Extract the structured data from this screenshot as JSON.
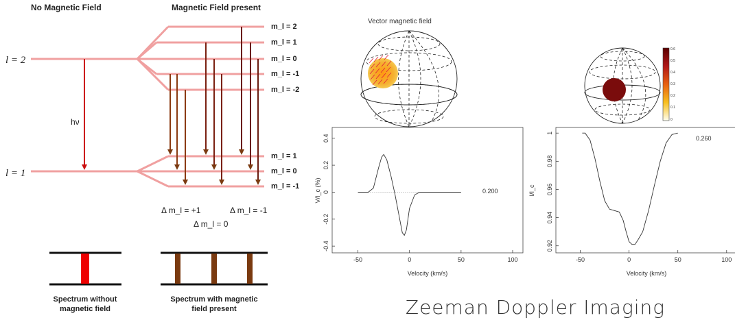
{
  "left_panel": {
    "header_no_field": "No Magnetic Field",
    "header_field": "Magnetic Field present",
    "level_upper": "l = 2",
    "level_lower": "l = 1",
    "photon_label": "hν",
    "ml_upper": [
      "m_l = 2",
      "m_l = 1",
      "m_l = 0",
      "m_l = -1",
      "m_l = -2"
    ],
    "ml_lower": [
      "m_l = 1",
      "m_l = 0",
      "m_l = -1"
    ],
    "delta_plus": "Δ m_l = +1",
    "delta_zero": "Δ m_l = 0",
    "delta_minus": "Δ m_l = -1",
    "spectrum_without": [
      "Spectrum without",
      "magnetic field"
    ],
    "spectrum_with": [
      "Spectrum with magnetic",
      "field present"
    ]
  },
  "right_panel": {
    "vector_title": "Vector magnetic field",
    "colorbar_ticks": [
      "0.6",
      "0.5",
      "0.4",
      "0.3",
      "0.2",
      "0.1",
      "0"
    ],
    "footer": "Zeeman Doppler Imaging"
  },
  "colors": {
    "level_pink": "#f0a0a0",
    "arrow_red": "#cc1010",
    "arrow_brown": "#7a3a10",
    "spot_dark": "#7a0c0c",
    "spot_orange": "#f5a020"
  },
  "chart_data": [
    {
      "type": "line",
      "xlabel": "Velocity (km/s)",
      "ylabel": "V/I_c (%)",
      "xlim": [
        -75,
        110
      ],
      "ylim": [
        -0.45,
        0.48
      ],
      "xticks": [
        -50,
        0,
        50,
        100
      ],
      "yticks": [
        0.4,
        0.2,
        0,
        -0.2,
        -0.4
      ],
      "annotation": "0.200",
      "series": [
        {
          "x": [
            -50,
            -40,
            -35,
            -30,
            -27,
            -25,
            -22,
            -18,
            -14,
            -10,
            -7,
            -5,
            -3,
            0,
            5,
            10,
            50
          ],
          "y": [
            0,
            0,
            0.03,
            0.18,
            0.26,
            0.28,
            0.24,
            0.12,
            -0.02,
            -0.18,
            -0.3,
            -0.32,
            -0.28,
            -0.12,
            -0.02,
            0,
            0
          ]
        }
      ]
    },
    {
      "type": "line",
      "xlabel": "Velocity (km/s)",
      "ylabel": "I/I_c",
      "xlim": [
        -75,
        110
      ],
      "ylim": [
        0.915,
        1.004
      ],
      "xticks": [
        -50,
        0,
        50,
        100
      ],
      "yticks": [
        1,
        0.98,
        0.96,
        0.94,
        0.92
      ],
      "annotation": "0.260",
      "series": [
        {
          "x": [
            -48,
            -45,
            -40,
            -35,
            -30,
            -25,
            -20,
            -15,
            -10,
            -6,
            -3,
            0,
            3,
            6,
            9,
            14,
            20,
            26,
            32,
            38,
            44,
            50
          ],
          "y": [
            1,
            1,
            0.995,
            0.982,
            0.966,
            0.952,
            0.946,
            0.945,
            0.944,
            0.938,
            0.93,
            0.923,
            0.921,
            0.921,
            0.924,
            0.93,
            0.945,
            0.963,
            0.98,
            0.993,
            0.999,
            1
          ]
        }
      ]
    }
  ]
}
